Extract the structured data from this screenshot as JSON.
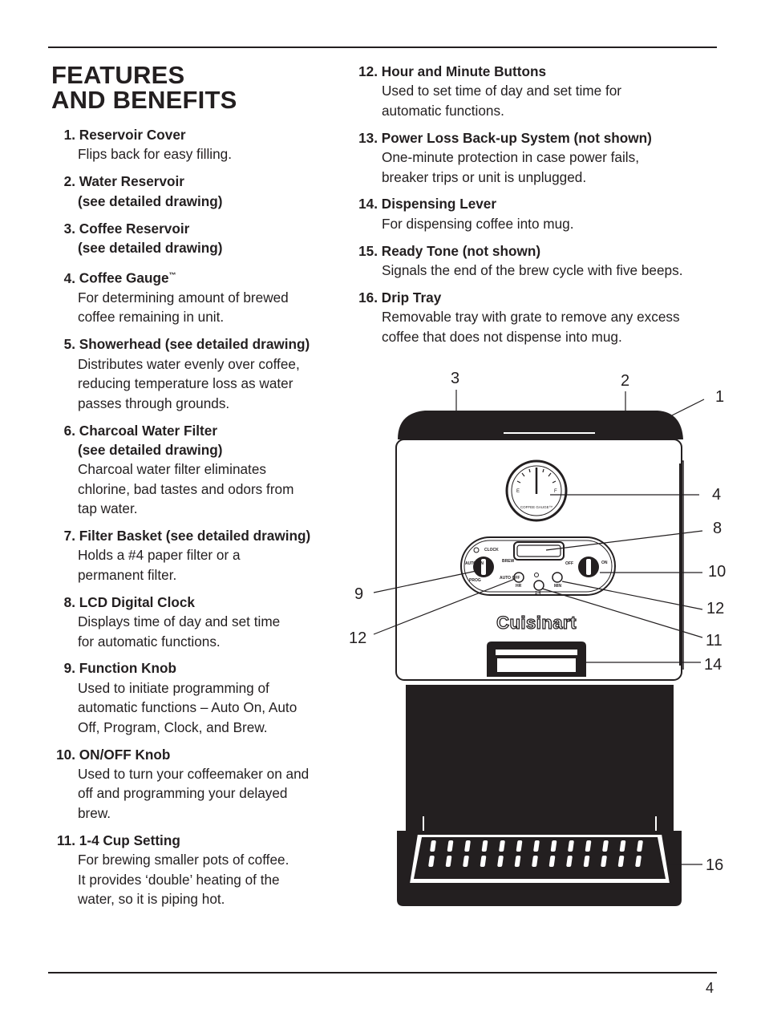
{
  "title": {
    "line1": "FEATURES",
    "line2": "AND BENEFITS"
  },
  "left_items": [
    {
      "num": "1.",
      "head": "Reservoir Cover",
      "sub": "",
      "lines": [
        "Flips back for easy filling."
      ]
    },
    {
      "num": "2.",
      "head": "Water Reservoir",
      "sub": "(see detailed drawing)",
      "lines": []
    },
    {
      "num": "3.",
      "head": "Coffee Reservoir",
      "sub": "(see detailed drawing)",
      "lines": []
    },
    {
      "num": "4.",
      "head": "Coffee Gauge",
      "tm": "™",
      "sub": "",
      "lines": [
        "For determining amount of brewed",
        "coffee remaining in unit."
      ]
    },
    {
      "num": "5.",
      "head": "Showerhead (see detailed drawing)",
      "sub": "",
      "lines": [
        "Distributes water evenly over coffee,",
        "reducing temperature loss as water",
        "passes through grounds."
      ]
    },
    {
      "num": "6.",
      "head": "Charcoal Water Filter",
      "sub": "(see detailed drawing)",
      "lines": [
        "Charcoal water filter eliminates",
        "chlorine, bad tastes and odors from",
        "tap water."
      ]
    },
    {
      "num": "7.",
      "head": "Filter Basket (see detailed drawing)",
      "sub": "",
      "lines": [
        "Holds a #4 paper filter or a",
        "permanent filter."
      ]
    },
    {
      "num": "8.",
      "head": "LCD Digital Clock",
      "sub": "",
      "lines": [
        "Displays time of day and set time",
        "for automatic functions."
      ]
    },
    {
      "num": "9.",
      "head": "Function Knob",
      "sub": "",
      "lines": [
        "Used to initiate programming of",
        "automatic functions – Auto On, Auto",
        "Off, Program, Clock, and Brew."
      ]
    },
    {
      "num": "10.",
      "head": "ON/OFF Knob",
      "sub": "",
      "lines": [
        "Used to turn your coffeemaker on and",
        "off and programming your delayed",
        "brew."
      ]
    },
    {
      "num": "11.",
      "head": "1-4 Cup Setting",
      "sub": "",
      "lines": [
        "For brewing smaller pots of coffee.",
        "It provides ‘double’ heating of the",
        "water, so it is piping hot."
      ]
    }
  ],
  "right_items": [
    {
      "num": "12.",
      "head": "Hour and Minute Buttons",
      "lines": [
        "Used to set time of day and set time for",
        "automatic functions."
      ]
    },
    {
      "num": "13.",
      "head": "Power Loss Back-up System (not shown)",
      "lines": [
        "One-minute protection in case power fails,",
        "breaker trips or unit is unplugged."
      ]
    },
    {
      "num": "14.",
      "head": "Dispensing Lever",
      "lines": [
        "For dispensing coffee into mug."
      ]
    },
    {
      "num": "15.",
      "head": "Ready Tone (not shown)",
      "lines": [
        "Signals the end of the brew cycle with five beeps."
      ]
    },
    {
      "num": "16.",
      "head": "Drip Tray",
      "lines": [
        "Removable tray with grate to remove any excess",
        "coffee that does not dispense into mug."
      ]
    }
  ],
  "callouts": {
    "c1": "1",
    "c2": "2",
    "c3": "3",
    "c4": "4",
    "c8": "8",
    "c9": "9",
    "c10": "10",
    "c11": "11",
    "c12a": "12",
    "c12b": "12",
    "c14": "14",
    "c16": "16"
  },
  "device_labels": {
    "brand": "Cuisinart",
    "clock": "CLOCK",
    "brew": "BREW",
    "auto_on": "AUTO ON",
    "prog": "PROG",
    "auto_off": "AUTO OFF",
    "off": "OFF",
    "on": "ON",
    "hr": "HR",
    "min": "MIN",
    "cup": "1-4",
    "gauge_e": "E",
    "gauge_f": "F",
    "gauge_label": "COFFEE GAUGE™"
  },
  "page_number": "4",
  "colors": {
    "ink": "#231f20",
    "paper": "#ffffff"
  }
}
